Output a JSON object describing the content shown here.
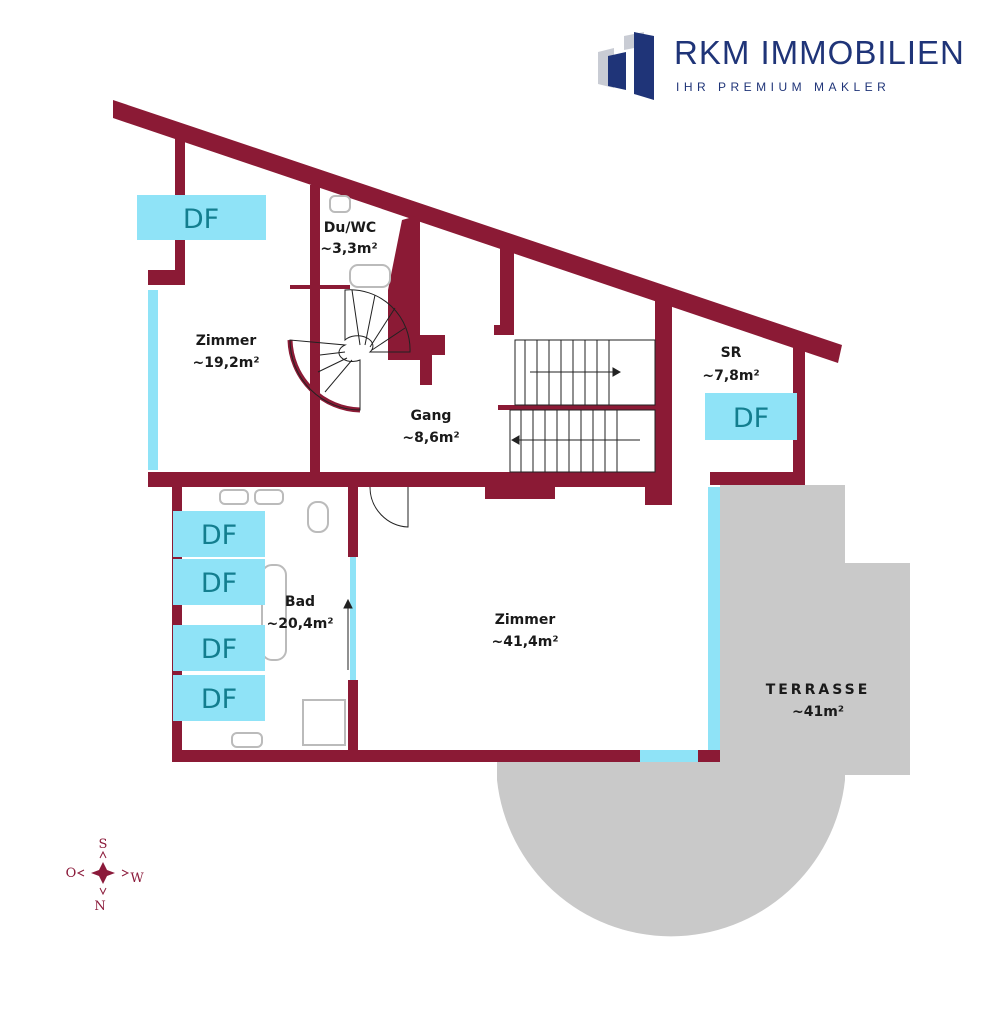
{
  "brand": {
    "name": "RKM IMMOBILIEN",
    "tagline": "IHR PREMIUM MAKLER"
  },
  "colors": {
    "wall": "#8b1a35",
    "window": "#8fe3f7",
    "terrace": "#c9c9c9",
    "brand": "#1f3478"
  },
  "rooms": [
    {
      "name": "Du/WC",
      "area": "~3,3m²"
    },
    {
      "name": "Zimmer",
      "area": "~19,2m²"
    },
    {
      "name": "Gang",
      "area": "~8,6m²"
    },
    {
      "name": "SR",
      "area": "~7,8m²"
    },
    {
      "name": "Bad",
      "area": "~20,4m²"
    },
    {
      "name": "Zimmer",
      "area": "~41,4m²"
    },
    {
      "name": "TERRASSE",
      "area": "~41m²"
    }
  ],
  "df_label": "DF",
  "compass": {
    "north": "N",
    "south": "S",
    "east": "O",
    "west": "W"
  }
}
